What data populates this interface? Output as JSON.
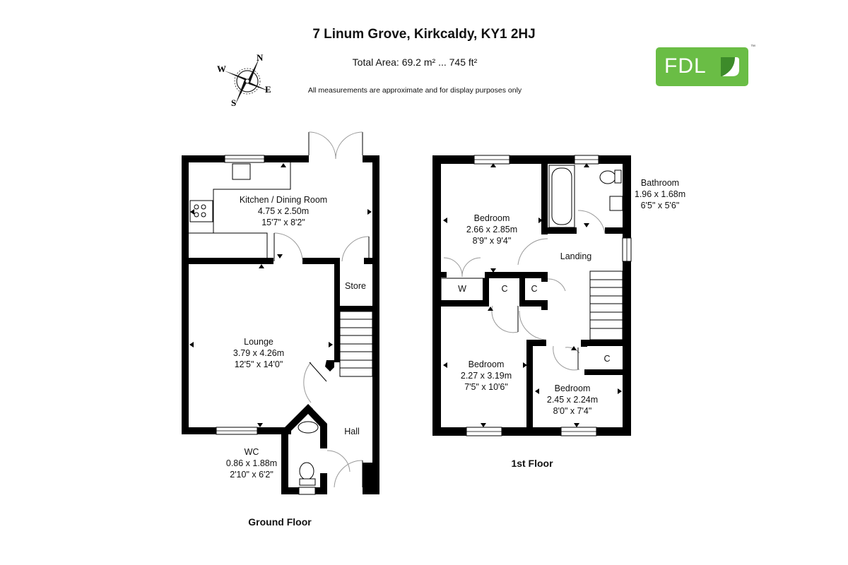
{
  "header": {
    "title": "7 Linum Grove, Kirkcaldy, KY1 2HJ",
    "total_area": "Total Area: 69.2 m² ... 745 ft²",
    "disclaimer": "All measurements are approximate and for display purposes only"
  },
  "logo": {
    "text": "FDL",
    "trademark": "™",
    "color": "#6abd45",
    "leaf_color": "#3d8b2a"
  },
  "compass": {
    "n": "N",
    "e": "E",
    "s": "S",
    "w": "W"
  },
  "ground_floor": {
    "label": "Ground Floor",
    "rooms": [
      {
        "name": "Kitchen / Dining Room",
        "metric": "4.75 x 2.50m",
        "imperial": "15'7\" x 8'2\""
      },
      {
        "name": "Lounge",
        "metric": "3.79 x 4.26m",
        "imperial": "12'5\" x 14'0\""
      },
      {
        "name": "Store"
      },
      {
        "name": "Hall"
      },
      {
        "name": "WC",
        "metric": "0.86 x 1.88m",
        "imperial": "2'10\" x 6'2\""
      }
    ]
  },
  "first_floor": {
    "label": "1st Floor",
    "rooms": [
      {
        "name": "Bedroom",
        "metric": "2.66 x 2.85m",
        "imperial": "8'9\" x 9'4\""
      },
      {
        "name": "Bathroom",
        "metric": "1.96 x 1.68m",
        "imperial": "6'5\" x 5'6\""
      },
      {
        "name": "Landing"
      },
      {
        "name": "W"
      },
      {
        "name": "C"
      },
      {
        "name": "C"
      },
      {
        "name": "Bedroom",
        "metric": "2.27 x 3.19m",
        "imperial": "7'5\" x 10'6\""
      },
      {
        "name": "Bedroom",
        "metric": "2.45 x 2.24m",
        "imperial": "8'0\" x 7'4\""
      },
      {
        "name": "C"
      }
    ]
  }
}
